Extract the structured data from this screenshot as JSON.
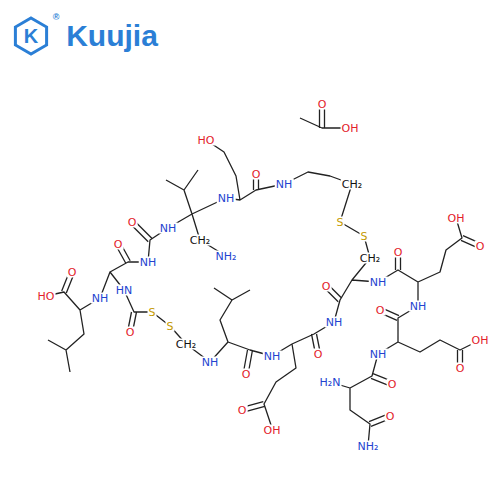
{
  "diagram": {
    "labels": [
      "®",
      "K",
      "Kuujia",
      "O",
      "OH",
      "HO",
      "O",
      "NH",
      "CH₂",
      "NH",
      "OH",
      "O",
      "NH",
      "S",
      "S",
      "CH₂",
      "O",
      "O",
      "O",
      "NH₂",
      "CH₂",
      "NH",
      "O",
      "NH",
      "O",
      "HN",
      "HO",
      "NH",
      "NH",
      "O",
      "S",
      "NH",
      "S",
      "O",
      "O",
      "OH",
      "CH₂",
      "NH",
      "NH",
      "NH",
      "O",
      "O",
      "O",
      "H₂N",
      "O",
      "O",
      "OH",
      "NH₂"
    ]
  }
}
